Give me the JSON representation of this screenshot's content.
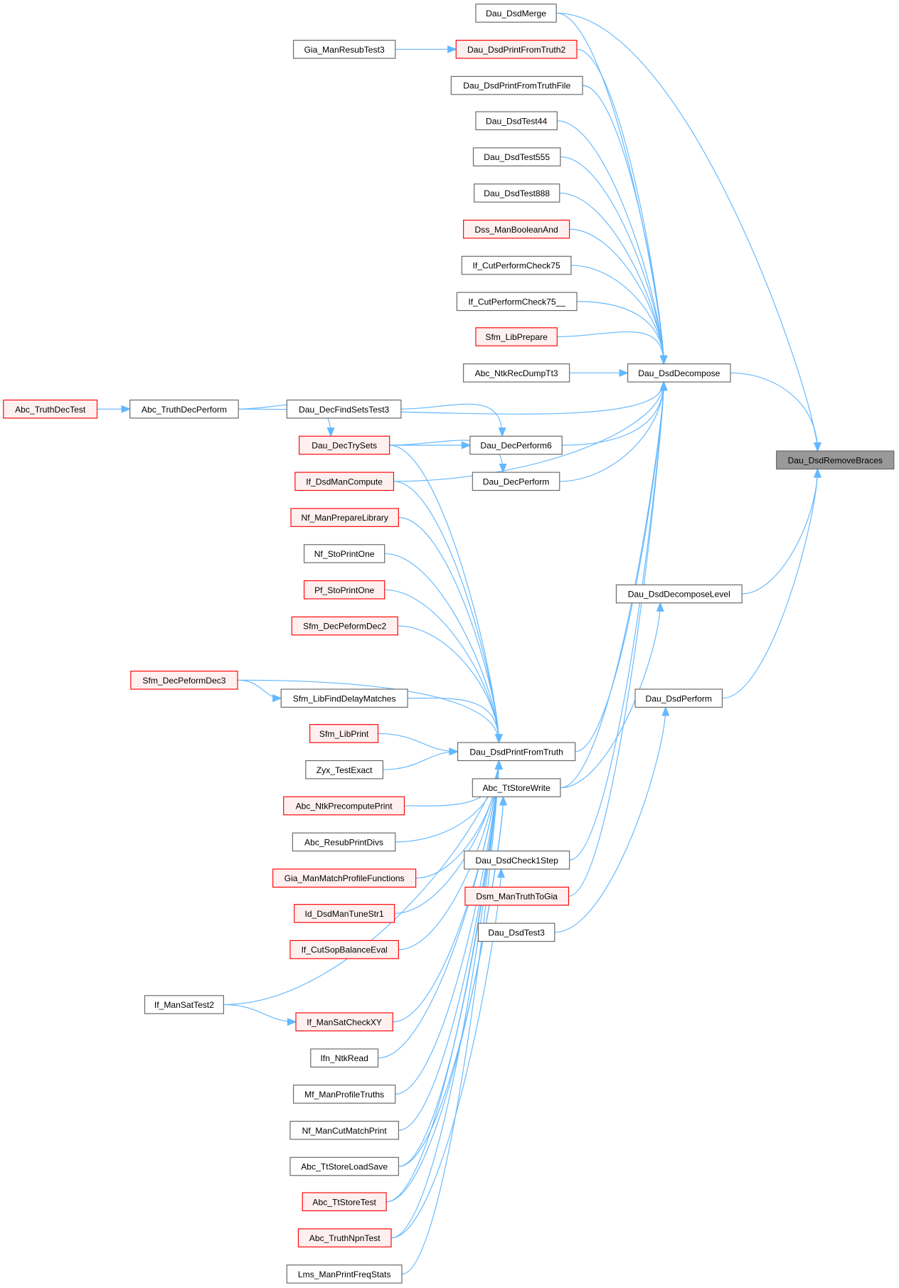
{
  "colors": {
    "edge": "#63b8ff",
    "red_border": "#ff0000",
    "root_fill": "#999999"
  },
  "nodes": [
    {
      "id": "merge",
      "label": "Dau_DsdMerge",
      "style": "normal"
    },
    {
      "id": "resub3",
      "label": "Gia_ManResubTest3",
      "style": "normal"
    },
    {
      "id": "pft2",
      "label": "Dau_DsdPrintFromTruth2",
      "style": "red"
    },
    {
      "id": "pftfile",
      "label": "Dau_DsdPrintFromTruthFile",
      "style": "normal"
    },
    {
      "id": "t44",
      "label": "Dau_DsdTest44",
      "style": "normal"
    },
    {
      "id": "t555",
      "label": "Dau_DsdTest555",
      "style": "normal"
    },
    {
      "id": "t888",
      "label": "Dau_DsdTest888",
      "style": "normal"
    },
    {
      "id": "dssand",
      "label": "Dss_ManBooleanAnd",
      "style": "red"
    },
    {
      "id": "cpc75",
      "label": "If_CutPerformCheck75",
      "style": "normal"
    },
    {
      "id": "cpc75u",
      "label": "If_CutPerformCheck75__",
      "style": "normal"
    },
    {
      "id": "sfmprep",
      "label": "Sfm_LibPrepare",
      "style": "red"
    },
    {
      "id": "recdump",
      "label": "Abc_NtkRecDumpTt3",
      "style": "normal"
    },
    {
      "id": "decompose",
      "label": "Dau_DsdDecompose",
      "style": "normal"
    },
    {
      "id": "tdtest",
      "label": "Abc_TruthDecTest",
      "style": "red"
    },
    {
      "id": "tdperf",
      "label": "Abc_TruthDecPerform",
      "style": "normal"
    },
    {
      "id": "findsets",
      "label": "Dau_DecFindSetsTest3",
      "style": "normal"
    },
    {
      "id": "trysets",
      "label": "Dau_DecTrySets",
      "style": "red"
    },
    {
      "id": "decperf6",
      "label": "Dau_DecPerform6",
      "style": "normal"
    },
    {
      "id": "root",
      "label": "Dau_DsdRemoveBraces",
      "style": "root"
    },
    {
      "id": "decperf",
      "label": "Dau_DecPerform",
      "style": "normal"
    },
    {
      "id": "dsdmancomp",
      "label": "If_DsdManCompute",
      "style": "red"
    },
    {
      "id": "nfprep",
      "label": "Nf_ManPrepareLibrary",
      "style": "red"
    },
    {
      "id": "nfsto",
      "label": "Nf_StoPrintOne",
      "style": "normal"
    },
    {
      "id": "pfsto",
      "label": "Pf_StoPrintOne",
      "style": "red"
    },
    {
      "id": "dec2",
      "label": "Sfm_DecPeformDec2",
      "style": "red"
    },
    {
      "id": "declevel",
      "label": "Dau_DsdDecomposeLevel",
      "style": "normal"
    },
    {
      "id": "dec3",
      "label": "Sfm_DecPeformDec3",
      "style": "red"
    },
    {
      "id": "delaym",
      "label": "Sfm_LibFindDelayMatches",
      "style": "normal"
    },
    {
      "id": "dsdperf",
      "label": "Dau_DsdPerform",
      "style": "normal"
    },
    {
      "id": "sfmprint",
      "label": "Sfm_LibPrint",
      "style": "red"
    },
    {
      "id": "pft",
      "label": "Dau_DsdPrintFromTruth",
      "style": "normal"
    },
    {
      "id": "zyx",
      "label": "Zyx_TestExact",
      "style": "normal"
    },
    {
      "id": "ttwrite",
      "label": "Abc_TtStoreWrite",
      "style": "normal"
    },
    {
      "id": "precomp",
      "label": "Abc_NtkPrecomputePrint",
      "style": "red"
    },
    {
      "id": "resubdivs",
      "label": "Abc_ResubPrintDivs",
      "style": "normal"
    },
    {
      "id": "check1",
      "label": "Dau_DsdCheck1Step",
      "style": "normal"
    },
    {
      "id": "matchprof",
      "label": "Gia_ManMatchProfileFunctions",
      "style": "red"
    },
    {
      "id": "dsm",
      "label": "Dsm_ManTruthToGia",
      "style": "red"
    },
    {
      "id": "tunestr",
      "label": "Id_DsdManTuneStr1",
      "style": "red"
    },
    {
      "id": "test3",
      "label": "Dau_DsdTest3",
      "style": "normal"
    },
    {
      "id": "sopbal",
      "label": "If_CutSopBalanceEval",
      "style": "red"
    },
    {
      "id": "sattest2",
      "label": "If_ManSatTest2",
      "style": "normal"
    },
    {
      "id": "satxy",
      "label": "If_ManSatCheckXY",
      "style": "red"
    },
    {
      "id": "ifnread",
      "label": "Ifn_NtkRead",
      "style": "normal"
    },
    {
      "id": "mfprof",
      "label": "Mf_ManProfileTruths",
      "style": "normal"
    },
    {
      "id": "nfcut",
      "label": "Nf_ManCutMatchPrint",
      "style": "normal"
    },
    {
      "id": "ttls",
      "label": "Abc_TtStoreLoadSave",
      "style": "normal"
    },
    {
      "id": "tttest",
      "label": "Abc_TtStoreTest",
      "style": "red"
    },
    {
      "id": "npntest",
      "label": "Abc_TruthNpnTest",
      "style": "red"
    },
    {
      "id": "lms",
      "label": "Lms_ManPrintFreqStats",
      "style": "normal"
    }
  ],
  "edges": [
    [
      "merge",
      "root"
    ],
    [
      "decompose",
      "root"
    ],
    [
      "declevel",
      "root"
    ],
    [
      "dsdperf",
      "root"
    ],
    [
      "merge",
      "decompose"
    ],
    [
      "pft2",
      "decompose"
    ],
    [
      "pftfile",
      "decompose"
    ],
    [
      "t44",
      "decompose"
    ],
    [
      "t555",
      "decompose"
    ],
    [
      "t888",
      "decompose"
    ],
    [
      "dssand",
      "decompose"
    ],
    [
      "cpc75",
      "decompose"
    ],
    [
      "cpc75u",
      "decompose"
    ],
    [
      "sfmprep",
      "decompose"
    ],
    [
      "recdump",
      "decompose"
    ],
    [
      "tdperf",
      "decompose"
    ],
    [
      "decperf6",
      "decompose"
    ],
    [
      "decperf",
      "decompose"
    ],
    [
      "dsdmancomp",
      "decompose"
    ],
    [
      "pft",
      "decompose"
    ],
    [
      "ttwrite",
      "decompose"
    ],
    [
      "check1",
      "decompose"
    ],
    [
      "dsm",
      "decompose"
    ],
    [
      "resub3",
      "pft2"
    ],
    [
      "tdtest",
      "tdperf"
    ],
    [
      "tdperf",
      "trysets"
    ],
    [
      "findsets",
      "decperf6"
    ],
    [
      "trysets",
      "decperf6"
    ],
    [
      "trysets",
      "decperf"
    ],
    [
      "dec3",
      "delaym"
    ],
    [
      "sattest2",
      "satxy"
    ],
    [
      "trysets",
      "pft"
    ],
    [
      "dsdmancomp",
      "pft"
    ],
    [
      "nfprep",
      "pft"
    ],
    [
      "nfsto",
      "pft"
    ],
    [
      "pfsto",
      "pft"
    ],
    [
      "dec2",
      "pft"
    ],
    [
      "dec3",
      "pft"
    ],
    [
      "delaym",
      "pft"
    ],
    [
      "sfmprint",
      "pft"
    ],
    [
      "zyx",
      "pft"
    ],
    [
      "precomp",
      "pft"
    ],
    [
      "resubdivs",
      "pft"
    ],
    [
      "matchprof",
      "pft"
    ],
    [
      "tunestr",
      "pft"
    ],
    [
      "sopbal",
      "pft"
    ],
    [
      "sattest2",
      "pft"
    ],
    [
      "satxy",
      "pft"
    ],
    [
      "ifnread",
      "pft"
    ],
    [
      "mfprof",
      "pft"
    ],
    [
      "nfcut",
      "pft"
    ],
    [
      "ttls",
      "pft"
    ],
    [
      "tttest",
      "pft"
    ],
    [
      "npntest",
      "pft"
    ],
    [
      "lms",
      "pft"
    ],
    [
      "ttwrite",
      "declevel"
    ],
    [
      "ttls",
      "ttwrite"
    ],
    [
      "tttest",
      "ttwrite"
    ],
    [
      "npntest",
      "check1"
    ],
    [
      "test3",
      "dsdperf"
    ]
  ]
}
